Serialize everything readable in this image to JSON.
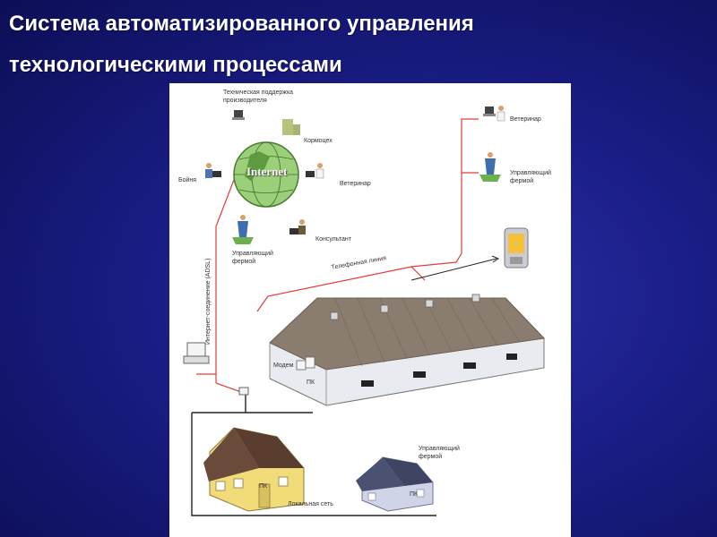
{
  "slide": {
    "title_line1": "Система автоматизированного управления",
    "title_line2": "технологическими процессами"
  },
  "diagram": {
    "globe_label": "Internet",
    "labels": {
      "tech_support": "Техническая поддержка производителя",
      "feed_shop": "Кормоцех",
      "slaughter": "Бойня",
      "vet_left": "Ветеринар",
      "consultant": "Консультант",
      "manager_left": "Управляющий фермой",
      "vet_right": "Ветеринар",
      "manager_right": "Управляющий фермой",
      "phone_line": "Телефонная линия",
      "internet_conn": "Интернет-соединение (ADSL)",
      "modem": "Модем",
      "pc_barn": "ПК",
      "pc_house": "ПК",
      "local_net": "Локальная сеть",
      "manager_house": "Управляющий фермой",
      "pc_small_house": "ПК"
    },
    "colors": {
      "line_red": "#e53b3b",
      "globe_green": "#9ccf7a",
      "roof": "#8a7d6f",
      "wall": "#e8ebef",
      "house_wall": "#f2dc7a",
      "house_roof": "#6a4a3a"
    }
  }
}
